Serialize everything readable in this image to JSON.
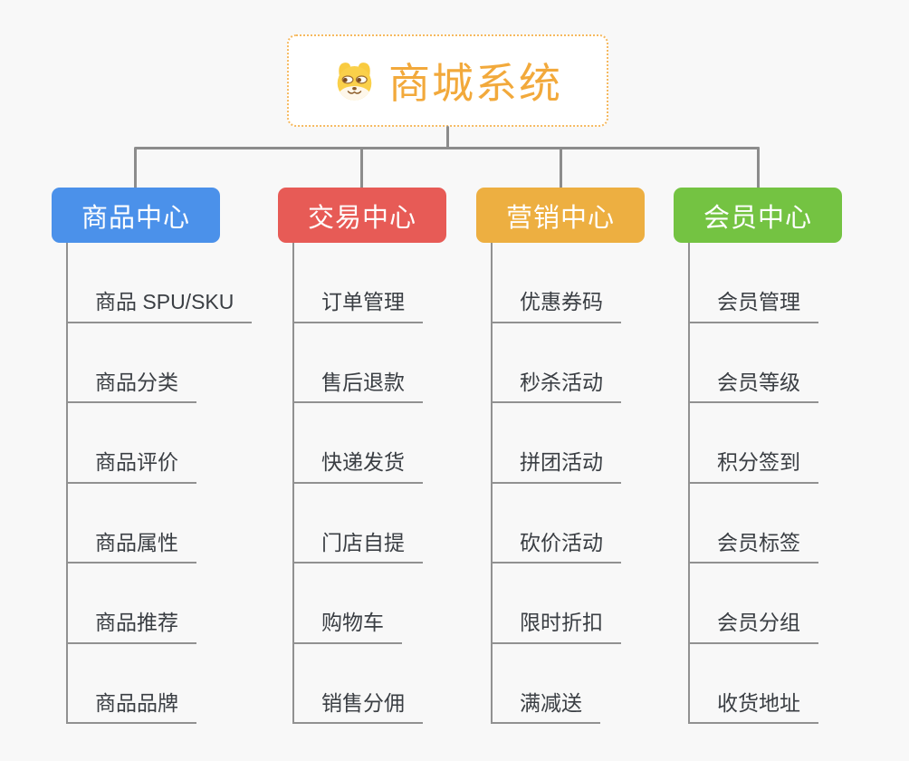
{
  "root": {
    "title": "商城系统",
    "icon": "doge-icon",
    "text_color": "#f2a93b",
    "border_color": "#f6b95f"
  },
  "connector_color": "#8c8c8c",
  "leaf_text_color": "#3a3e43",
  "branches": [
    {
      "label": "商品中心",
      "color": "#4b91ea",
      "children": [
        "商品 SPU/SKU",
        "商品分类",
        "商品评价",
        "商品属性",
        "商品推荐",
        "商品品牌"
      ]
    },
    {
      "label": "交易中心",
      "color": "#e75b56",
      "children": [
        "订单管理",
        "售后退款",
        "快递发货",
        "门店自提",
        "购物车",
        "销售分佣"
      ]
    },
    {
      "label": "营销中心",
      "color": "#edaf41",
      "children": [
        "优惠券码",
        "秒杀活动",
        "拼团活动",
        "砍价活动",
        "限时折扣",
        "满减送"
      ]
    },
    {
      "label": "会员中心",
      "color": "#74c342",
      "children": [
        "会员管理",
        "会员等级",
        "积分签到",
        "会员标签",
        "会员分组",
        "收货地址"
      ]
    }
  ]
}
